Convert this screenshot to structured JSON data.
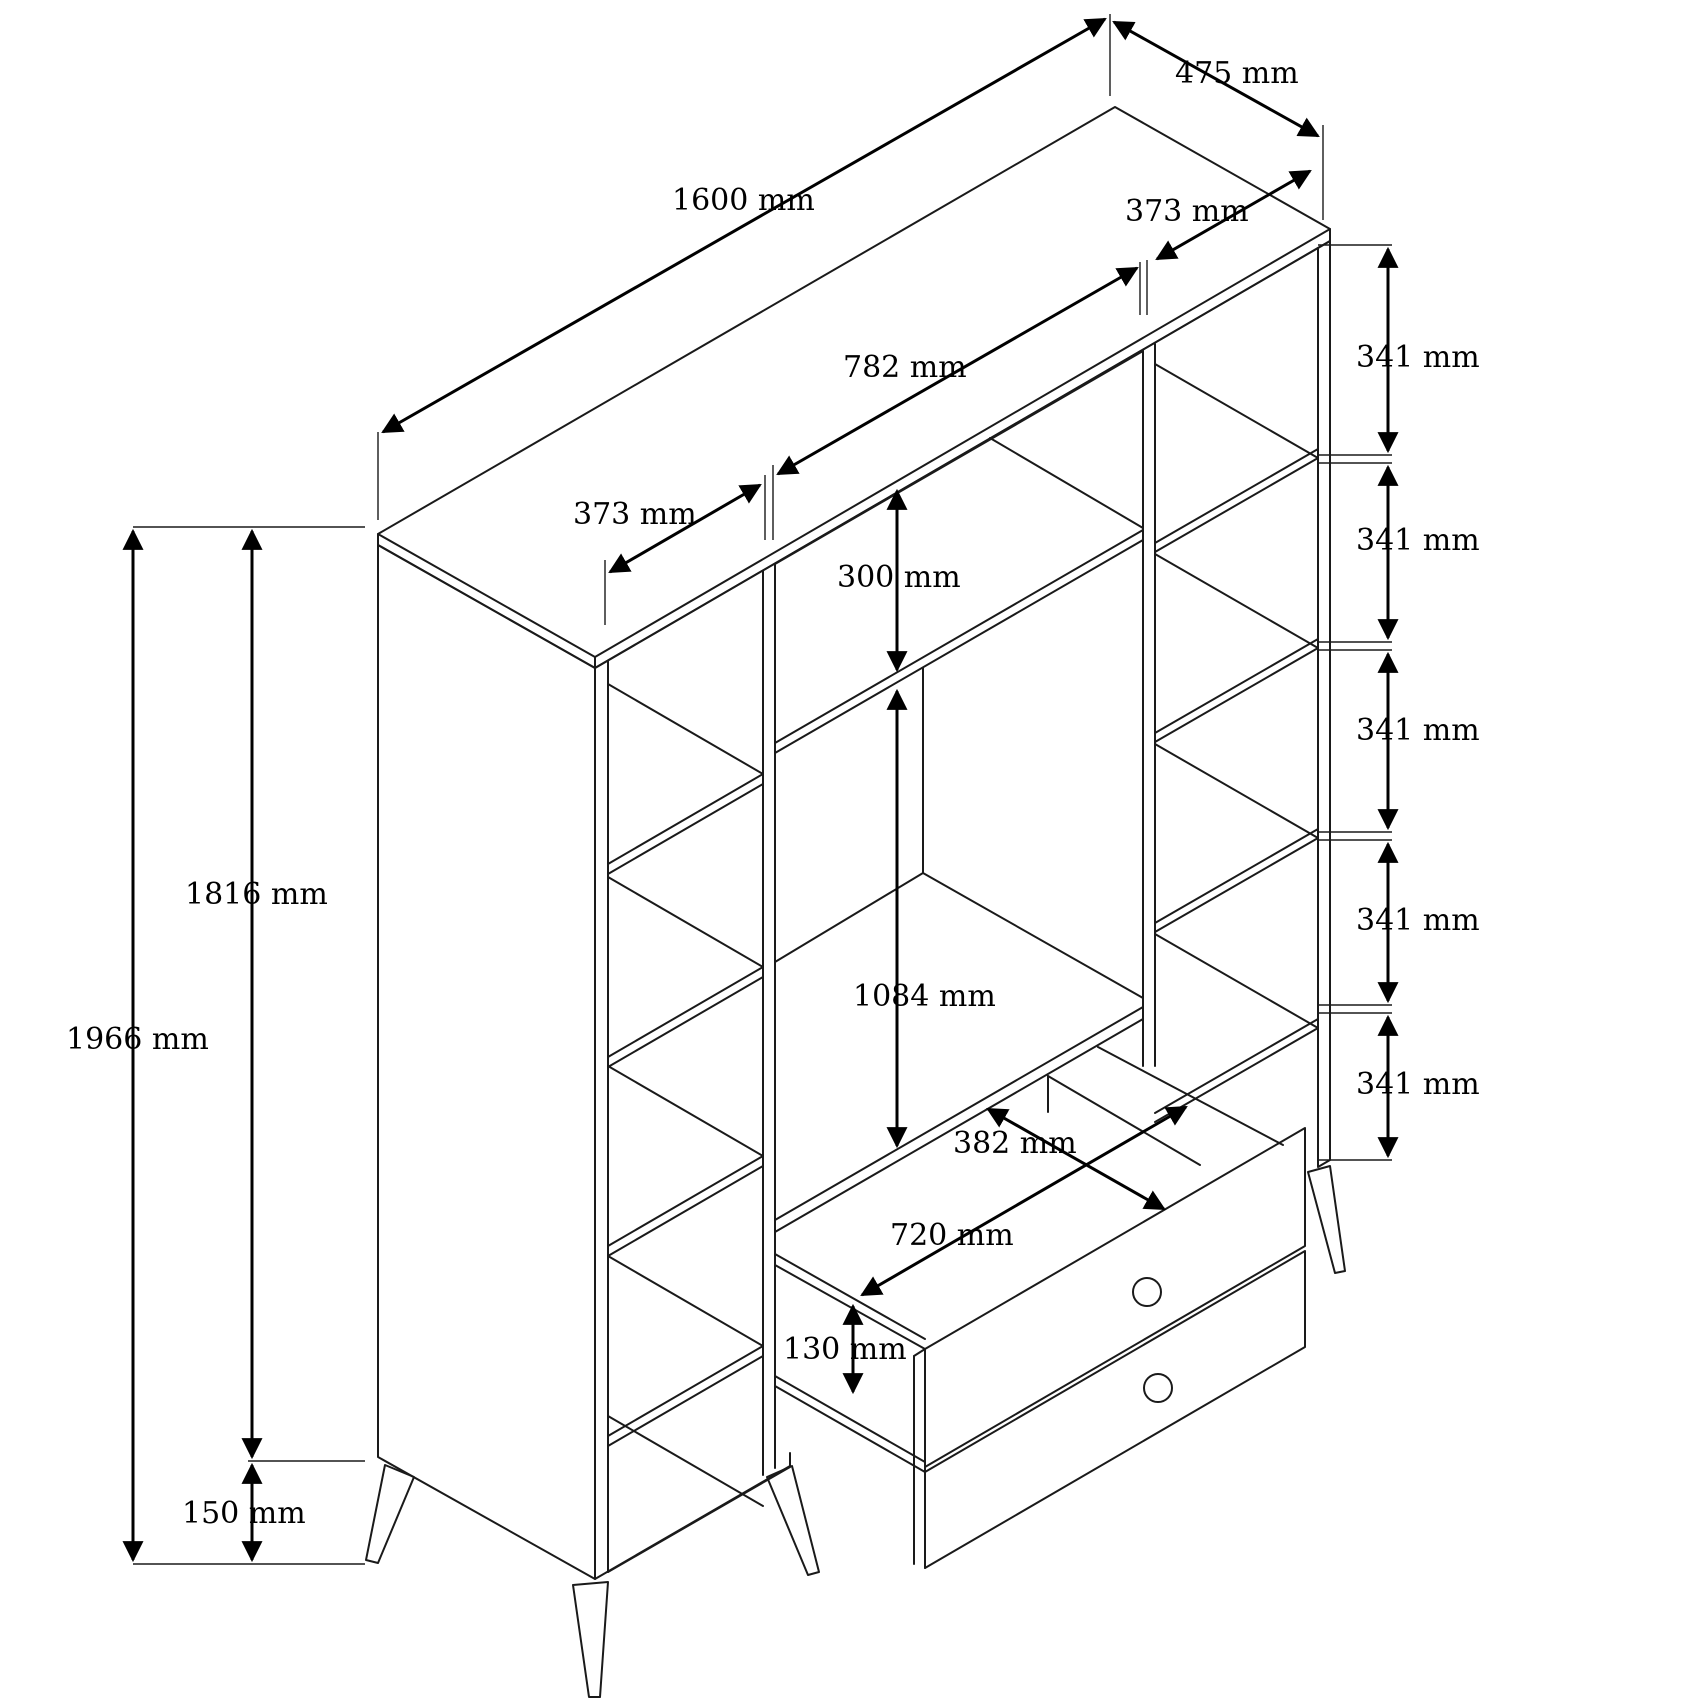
{
  "dimensions": {
    "total_width": "1600 mm",
    "total_depth": "475 mm",
    "side_section_right_width": "373 mm",
    "middle_section_width": "782 mm",
    "side_section_left_width": "373 mm",
    "right_shelf_height_1": "341 mm",
    "right_shelf_height_2": "341 mm",
    "right_shelf_height_3": "341 mm",
    "right_shelf_height_4": "341 mm",
    "right_shelf_height_5": "341 mm",
    "top_compartment_height": "300 mm",
    "middle_compartment_height": "1084 mm",
    "body_height": "1816 mm",
    "total_height": "1966 mm",
    "leg_height": "150 mm",
    "drawer_depth": "382 mm",
    "drawer_width": "720 mm",
    "drawer_height": "130 mm"
  }
}
